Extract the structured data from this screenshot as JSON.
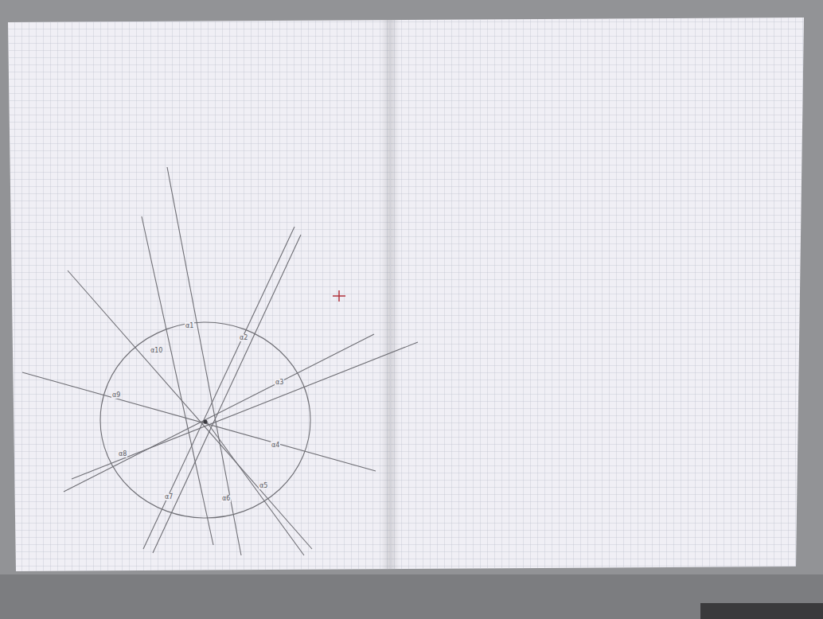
{
  "diagram": {
    "labels": [
      "α1",
      "α2",
      "α3",
      "α4",
      "α5",
      "α6",
      "α7",
      "α8",
      "α9",
      "α10"
    ]
  }
}
